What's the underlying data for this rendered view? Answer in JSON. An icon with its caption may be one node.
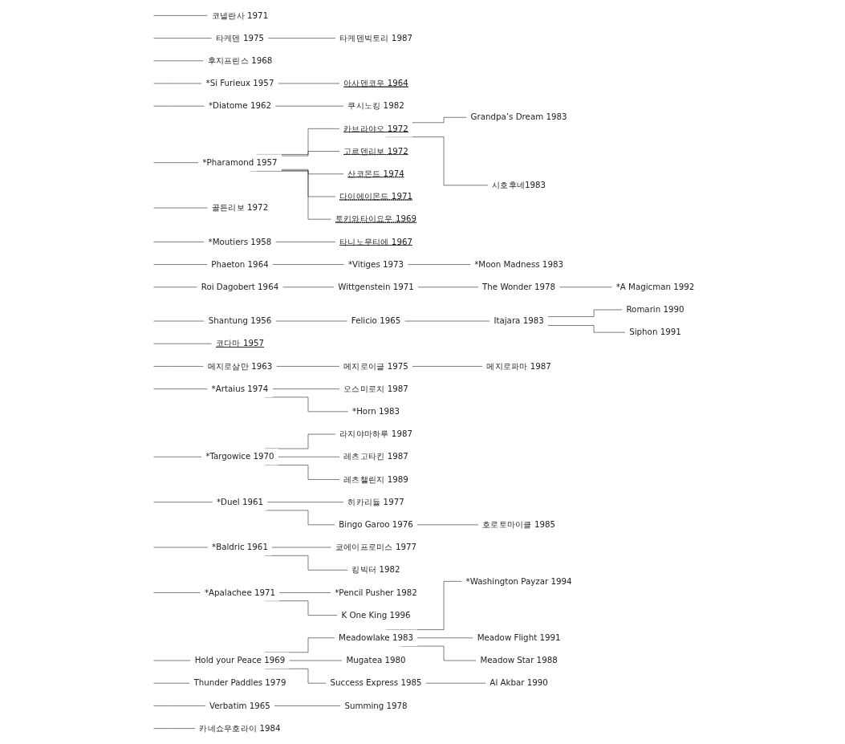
{
  "diagram": {
    "nodes": [
      {
        "text": [
          "코넬란사 1971"
        ]
      },
      {
        "text": [
          "타케덴 1975"
        ]
      },
      {
        "text": [
          "타케덴빅토리 1987"
        ]
      },
      {
        "text": [
          "후지프린스 1968"
        ]
      },
      {
        "text": [
          "*Si Furieux 1957"
        ]
      },
      {
        "text": [
          "아사덴코우 1964"
        ]
      },
      {
        "text": [
          "*Diatome 1962"
        ]
      },
      {
        "text": [
          "쿠시노킹 1982"
        ]
      },
      {
        "text": [
          "*Pharamond 1957"
        ]
      },
      {
        "text": [
          "카브라야오 1972"
        ]
      },
      {
        "text": [
          "Grandpa’s Dream 1983"
        ]
      },
      {
        "text": [
          "골든리보 1972"
        ]
      },
      {
        "text": [
          "고르덴리보 1972"
        ]
      },
      {
        "text": [
          "시호후네1983"
        ]
      },
      {
        "text": [
          "산코몬드 1974"
        ]
      },
      {
        "text": [
          "다이에이몬드 1971"
        ]
      },
      {
        "text": [
          "토키와타이요우 1969"
        ]
      },
      {
        "text": [
          "*Moutiers 1958"
        ]
      },
      {
        "text": [
          "타니노무티에 1967"
        ]
      },
      {
        "text": [
          "Phaeton 1964"
        ]
      },
      {
        "text": [
          "*Vitiges 1973"
        ]
      },
      {
        "text": [
          "*Moon Madness 1983"
        ]
      },
      {
        "text": [
          "Roi Dagobert 1964"
        ]
      },
      {
        "text": [
          "Wittgenstein 1971"
        ]
      },
      {
        "text": [
          "The Wonder 1978"
        ]
      },
      {
        "text": [
          "*A Magicman 1992"
        ]
      },
      {
        "text": [
          "Shantung 1956"
        ]
      },
      {
        "text": [
          "Felicio 1965"
        ]
      },
      {
        "text": [
          "Itajara 1983"
        ]
      },
      {
        "text": [
          "Romarin 1990"
        ]
      },
      {
        "text": [
          "Siphon 1991"
        ]
      },
      {
        "text": [
          "코다마 1957"
        ]
      },
      {
        "text": [
          "메지로삼만 1963"
        ]
      },
      {
        "text": [
          "메지로이글 1975"
        ]
      },
      {
        "text": [
          "메지로파마 1987"
        ]
      },
      {
        "text": [
          "*Artaius 1974"
        ]
      },
      {
        "text": [
          "오스미로치 1987"
        ]
      },
      {
        "text": [
          "*Horn 1983"
        ]
      },
      {
        "text": [
          "*Targowice 1970"
        ]
      },
      {
        "text": [
          "라지야마하루 1987"
        ]
      },
      {
        "text": [
          "레츠고타킨 1987"
        ]
      },
      {
        "text": [
          "레츠챌린지 1989"
        ]
      },
      {
        "text": [
          "*Duel 1961"
        ]
      },
      {
        "text": [
          "히카리듈 1977"
        ]
      },
      {
        "text": [
          "Bingo Garoo 1976"
        ]
      },
      {
        "text": [
          "호로토마이클 1985"
        ]
      },
      {
        "text": [
          "*Baldric 1961"
        ]
      },
      {
        "text": [
          "쿄에이프로미스 1977"
        ]
      },
      {
        "text": [
          "킹빅터 1982"
        ]
      },
      {
        "text": [
          "*Apalachee 1971"
        ]
      },
      {
        "text": [
          "*Pencil Pusher 1982"
        ]
      },
      {
        "text": [
          "K One King 1996"
        ]
      },
      {
        "text": [
          "Hold your Peace 1969"
        ]
      },
      {
        "text": [
          "Meadowlake 1983"
        ]
      },
      {
        "text": [
          "*Washington Payzar 1994"
        ]
      },
      {
        "text": [
          "Meadow Flight 1991"
        ]
      },
      {
        "text": [
          "Mugatea 1980"
        ]
      },
      {
        "text": [
          "Meadow Star 1988"
        ]
      },
      {
        "text": [
          "Thunder Paddles 1979"
        ]
      },
      {
        "text": [
          "Success Express 1985"
        ]
      },
      {
        "text": [
          "Al Akbar 1990"
        ]
      },
      {
        "text": [
          "Verbatim 1965"
        ]
      },
      {
        "text": [
          "Summing 1978"
        ]
      },
      {
        "text": [
          "카네쇼우호라이 1984"
        ]
      }
    ],
    "edges": [
      {
        "from": null,
        "to": 0,
        "arrow": "none"
      },
      {
        "from": null,
        "to": 1,
        "arrow": "none"
      },
      {
        "from": null,
        "to": 3,
        "arrow": "none"
      },
      {
        "from": 1,
        "to": 2,
        "arrow": "none"
      },
      {
        "from": null,
        "to": 4,
        "arrow": "none"
      },
      {
        "from": null,
        "to": 6,
        "arrow": "none"
      },
      {
        "from": null,
        "to": 8,
        "arrow": "none"
      },
      {
        "from": null,
        "to": 11,
        "arrow": "none"
      },
      {
        "from": null,
        "to": 17,
        "arrow": "none"
      },
      {
        "from": null,
        "to": 19,
        "arrow": "none"
      },
      {
        "from": null,
        "to": 22,
        "arrow": "none"
      },
      {
        "from": null,
        "to": 26,
        "arrow": "none"
      },
      {
        "from": 4,
        "to": 5,
        "arrow": "none"
      },
      {
        "from": 6,
        "to": 7,
        "arrow": "none"
      },
      {
        "from": 8,
        "to": 9,
        "arrow": "none"
      },
      {
        "from": 8,
        "to": 12,
        "arrow": "none"
      },
      {
        "from": 8,
        "to": 14,
        "arrow": "none"
      },
      {
        "from": 8,
        "to": 15,
        "arrow": "none"
      },
      {
        "from": 8,
        "to": 16,
        "arrow": "none"
      },
      {
        "from": 9,
        "to": 10,
        "arrow": "none"
      },
      {
        "from": 9,
        "to": 13,
        "arrow": "none"
      },
      {
        "from": 17,
        "to": 18,
        "arrow": "none"
      },
      {
        "from": 19,
        "to": 20,
        "arrow": "none"
      },
      {
        "from": 20,
        "to": 21,
        "arrow": "none"
      },
      {
        "from": 22,
        "to": 23,
        "arrow": "none"
      },
      {
        "from": 23,
        "to": 24,
        "arrow": "none"
      },
      {
        "from": 24,
        "to": 25,
        "arrow": "none"
      },
      {
        "from": 26,
        "to": 27,
        "arrow": "none"
      },
      {
        "from": 27,
        "to": 28,
        "arrow": "none"
      },
      {
        "from": 28,
        "to": 29,
        "arrow": "none"
      },
      {
        "from": 28,
        "to": 30,
        "arrow": "none"
      },
      {
        "from": null,
        "to": 31,
        "arrow": "none"
      },
      {
        "from": null,
        "to": 32,
        "arrow": "none"
      },
      {
        "from": 32,
        "to": 33,
        "arrow": "none"
      },
      {
        "from": 33,
        "to": 34,
        "arrow": "none"
      },
      {
        "from": null,
        "to": 35,
        "arrow": "none"
      },
      {
        "from": null,
        "to": 38,
        "arrow": "none"
      },
      {
        "from": null,
        "to": 42,
        "arrow": "none"
      },
      {
        "from": null,
        "to": 46,
        "arrow": "none"
      },
      {
        "from": null,
        "to": 49,
        "arrow": "none"
      },
      {
        "from": 35,
        "to": 36,
        "arrow": "none"
      },
      {
        "from": 35,
        "to": 37,
        "arrow": "none"
      },
      {
        "from": 38,
        "to": 39,
        "arrow": "none"
      },
      {
        "from": 38,
        "to": 40,
        "arrow": "none"
      },
      {
        "from": 38,
        "to": 41,
        "arrow": "none"
      },
      {
        "from": 42,
        "to": 43,
        "arrow": "none"
      },
      {
        "from": 42,
        "to": 44,
        "arrow": "none"
      },
      {
        "from": 44,
        "to": 45,
        "arrow": "none"
      },
      {
        "from": 46,
        "to": 47,
        "arrow": "none"
      },
      {
        "from": 46,
        "to": 48,
        "arrow": "none"
      },
      {
        "from": 49,
        "to": 50,
        "arrow": "none"
      },
      {
        "from": 49,
        "to": 51,
        "arrow": "none"
      },
      {
        "from": null,
        "to": 52,
        "arrow": "none"
      },
      {
        "from": null,
        "to": 58,
        "arrow": "none"
      },
      {
        "from": null,
        "to": 61,
        "arrow": "none"
      },
      {
        "from": 52,
        "to": 53,
        "arrow": "none"
      },
      {
        "from": 52,
        "to": 56,
        "arrow": "none"
      },
      {
        "from": 52,
        "to": 59,
        "arrow": "none"
      },
      {
        "from": 53,
        "to": 54,
        "arrow": "none"
      },
      {
        "from": 53,
        "to": 55,
        "arrow": "none"
      },
      {
        "from": 53,
        "to": 57,
        "arrow": "none"
      },
      {
        "from": 59,
        "to": 60,
        "arrow": "none"
      },
      {
        "from": 61,
        "to": 62,
        "arrow": "none"
      },
      {
        "from": null,
        "to": 63,
        "arrow": "none"
      }
    ]
  }
}
